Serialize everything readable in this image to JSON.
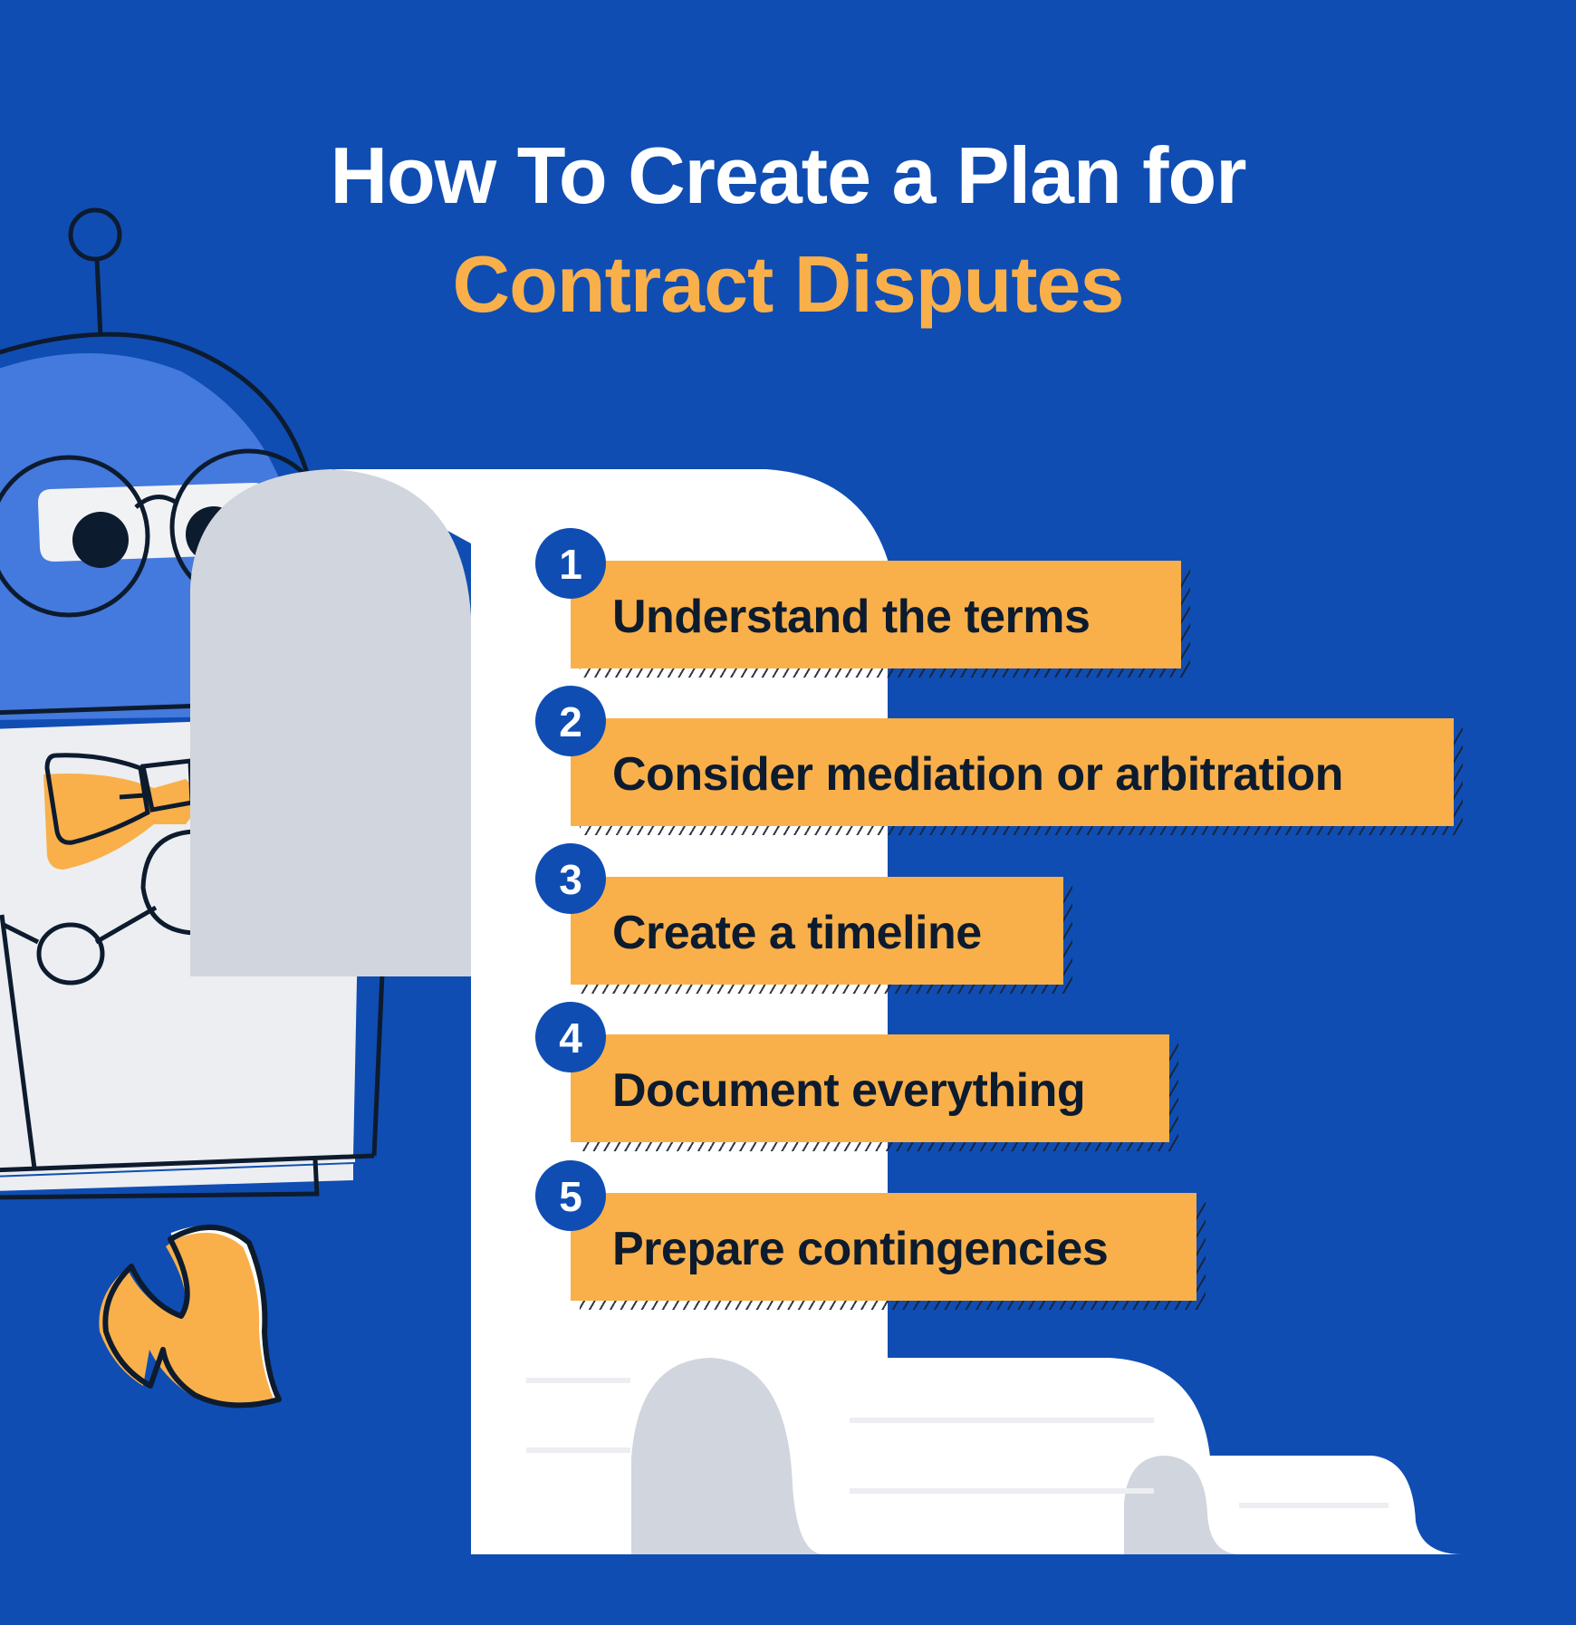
{
  "header": {
    "title_line1": "How To Create a Plan for",
    "title_line2": "Contract Disputes"
  },
  "steps": [
    {
      "number": "1",
      "label": "Understand the terms"
    },
    {
      "number": "2",
      "label": "Consider mediation or arbitration"
    },
    {
      "number": "3",
      "label": "Create a timeline"
    },
    {
      "number": "4",
      "label": "Document everything"
    },
    {
      "number": "5",
      "label": "Prepare contingencies"
    }
  ],
  "illustration": {
    "character": "robot-with-glasses-and-bowtie",
    "prop": "paper-scroll",
    "accent": "flame-shape"
  },
  "colors": {
    "background": "#0f4db3",
    "accent_orange": "#f9b04a",
    "title_white": "#ffffff",
    "text_dark": "#0d1b2e",
    "scroll_white": "#ffffff",
    "scroll_gray": "#d1d5dd",
    "robot_blue_light": "#4479de",
    "robot_body": "#eceef1"
  }
}
